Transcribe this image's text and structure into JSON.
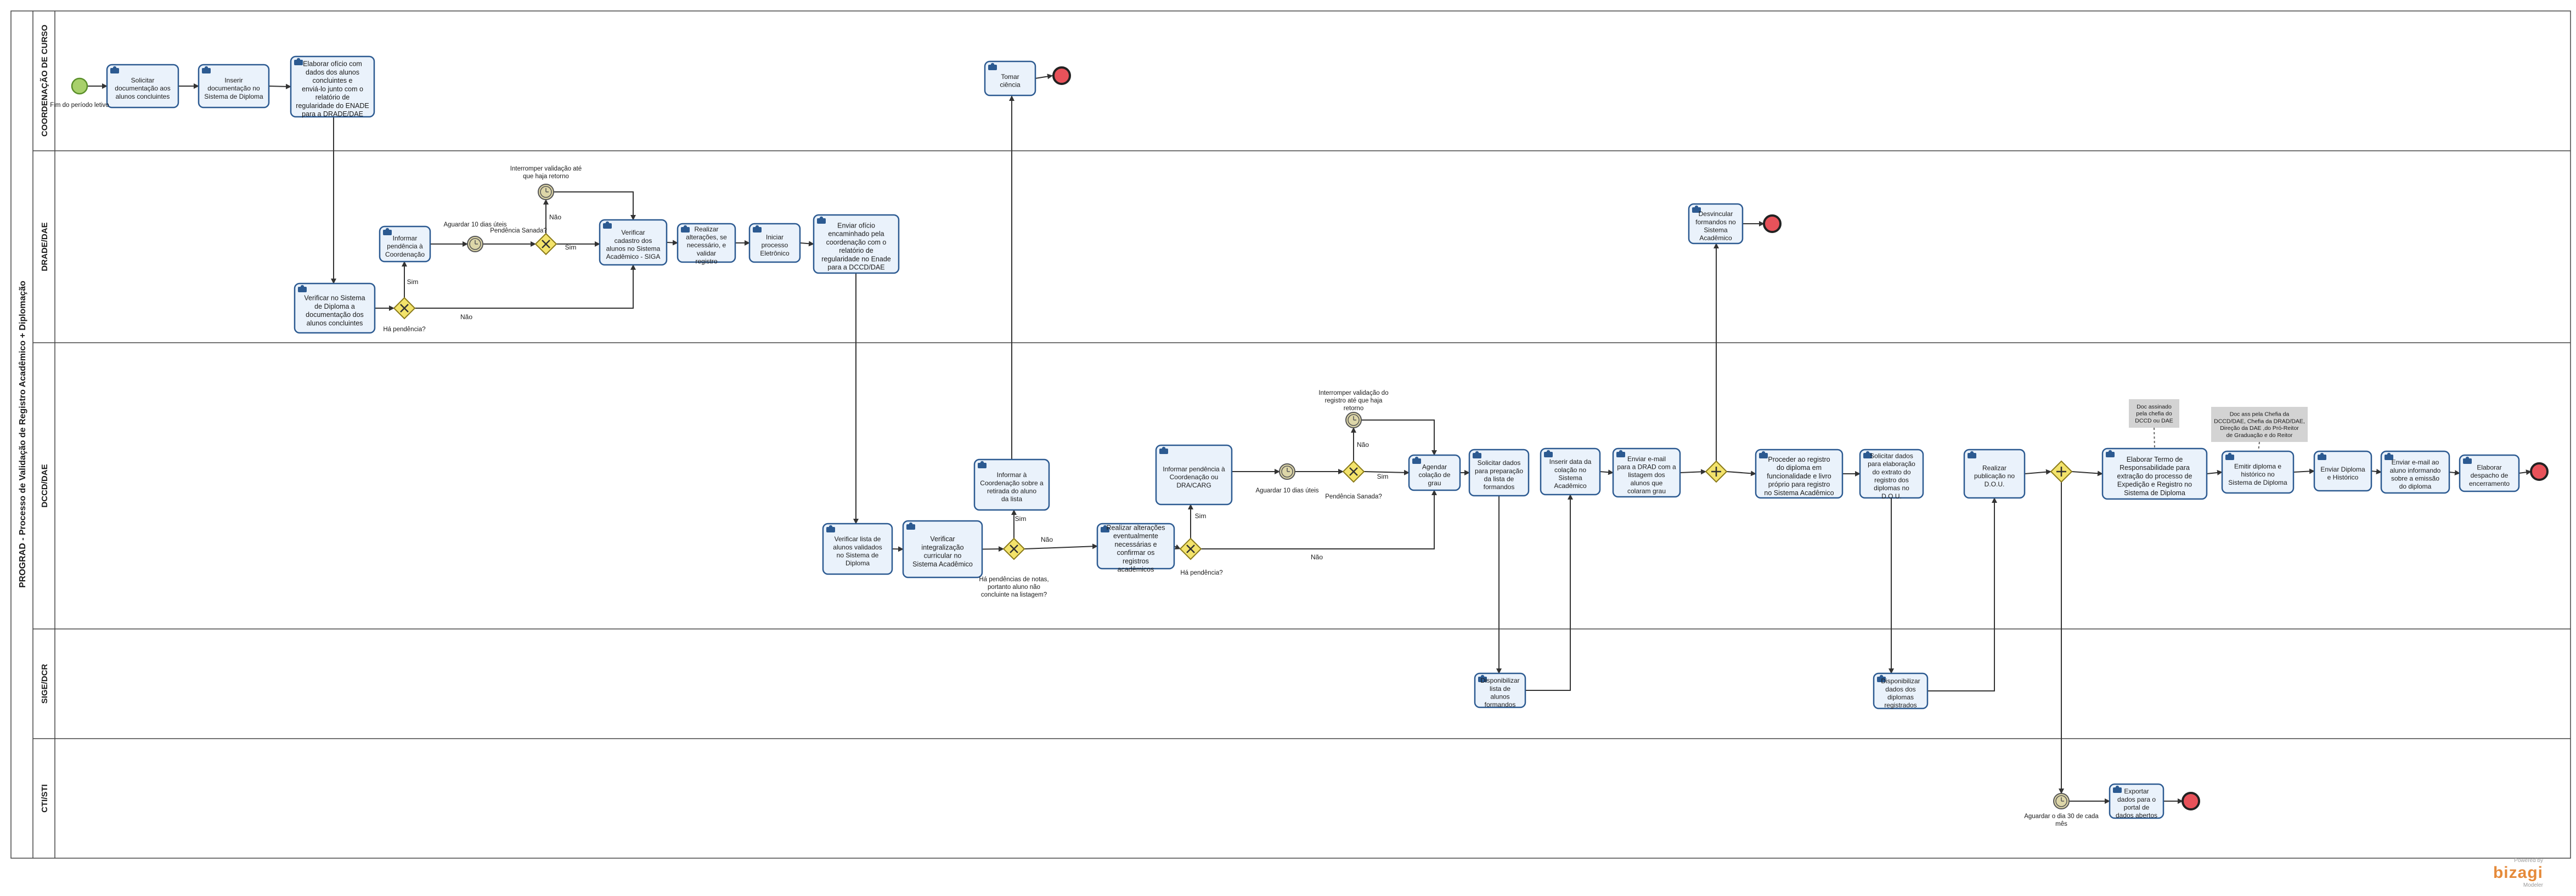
{
  "pool": {
    "title": "PROGRAD - Processo de Validação de Registro Acadêmico + Diplomação"
  },
  "lanes": [
    "COORDENAÇÃO DE CURSO",
    "DRADE/DAE",
    "DCCD/DAE",
    "SIGE/DCR",
    "CTI/STI"
  ],
  "tasks": [
    "Solicitar documentação aos alunos concluintes",
    "Inserir documentação no Sistema de Diploma",
    "Elaborar ofício com dados dos alunos concluintes e enviá-lo junto com o relatório de regularidade do ENADE para a DRADE/DAE",
    "Tomar ciência",
    "Informar pendência à Coordenação",
    "Verificar cadastro dos alunos no Sistema Acadêmico - SIGA",
    "Realizar alterações, se necessário, e validar registro",
    "Iniciar processo Eletrônico",
    "Enviar ofício encaminhado pela coordenação com o relatório de regularidade no Enade para a DCCD/DAE",
    "Verificar no Sistema de Diploma a documentação dos alunos concluintes",
    "Desvincular formandos no Sistema Acadêmico",
    "Verificar lista de alunos validados no Sistema de Diploma",
    "Verificar integralização curricular no Sistema Acadêmico",
    "Informar à Coordenação sobre a retirada do aluno da lista",
    "Realizar alterações eventualmente necessárias e confirmar os registros acadêmicos",
    "Informar pendência à Coordenação ou DRA/CARG",
    "Agendar colação de grau",
    "Solicitar dados para preparação da lista de formandos",
    "Inserir data da colação no Sistema Acadêmico",
    "Enviar e-mail para a DRAD com a listagem dos alunos que colaram grau",
    "Proceder ao registro do diploma em funcionalidade e livro próprio para registro no Sistema Acadêmico",
    "Solicitar dados para elaboração do extrato do registro dos diplomas no D.O.U.",
    "Realizar publicação no D.O.U.",
    "Elaborar Termo de Responsabilidade para extração do processo de Expedição e Registro no Sistema de Diploma",
    "Emitir diploma e histórico no Sistema de Diploma",
    "Enviar Diploma e Histórico",
    "Enviar e-mail ao aluno informando sobre a emissão do diploma",
    "Elaborar despacho de encerramento",
    "Disponibilizar lista de alunos formandos",
    "Disponibilizar dados dos diplomas registrados",
    "Exportar dados para o portal de dados abertos"
  ],
  "events": {
    "start": "Fim do período letivo",
    "wait_10_days_drade": "Aguardar 10 dias úteis",
    "interrupt_drade": "Interromper validação até que haja retorno",
    "interrupt_dccd": "Interromper validação do registro até que haja retorno",
    "wait_10_days_dccd": "Aguardar 10 dias úteis",
    "wait_cti": "Aguardar o dia 30 de cada mês"
  },
  "gateways": {
    "ha_pendencia_drade": "Há pendência?",
    "pendencia_sanada_drade": "Pendência Sanada?",
    "ha_pendencias_curriculares": "Há pendências de notas, portanto aluno não concluinte na listagem?",
    "ha_pendencia_dccd": "Há pendência?",
    "pendencia_sanada_dccd": "Pendência Sanada?"
  },
  "flow_labels": {
    "sim": "Sim",
    "nao": "Não"
  },
  "annotations": {
    "doc1": "Doc assinado pela chefia do DCCD ou DAE",
    "doc2": "Doc ass pela Chefia da DCCD/DAE, Chefia da DRAD/DAE, Direção da DAE ,do Pró-Reitor de Graduação e do Reitor"
  },
  "branding": {
    "powered": "Powered by",
    "name": "bizagi",
    "sub": "Modeler"
  },
  "colors": {
    "task_fill": "#eaf2fb",
    "task_stroke": "#2c5a91",
    "start_fill": "#a8d06b",
    "end_fill": "#e8525a",
    "gateway_fill": "#f3e36b",
    "timer_fill": "#ddd6a8",
    "annotation_fill": "#d3d3d3",
    "brand": "#e58a3a"
  }
}
